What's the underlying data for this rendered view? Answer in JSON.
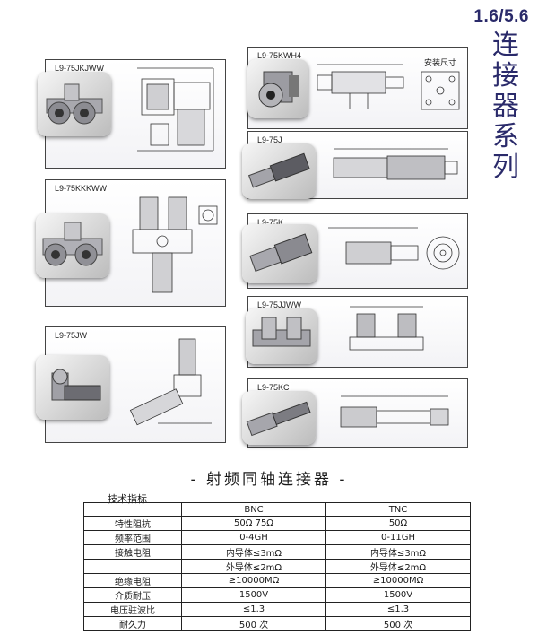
{
  "header": {
    "series_number": "1.6/5.6",
    "series_title_chars": [
      "连",
      "接",
      "器",
      "系",
      "列"
    ]
  },
  "panels": [
    {
      "id": "l9-75jkjww",
      "label": "L9-75JKJWW"
    },
    {
      "id": "l9-75kwh4",
      "label": "L9-75KWH4",
      "mount_label": "安装尺寸"
    },
    {
      "id": "l9-75j",
      "label": "L9-75J"
    },
    {
      "id": "l9-75kkkww",
      "label": "L9-75KKKWW"
    },
    {
      "id": "l9-75k",
      "label": "L9-75K"
    },
    {
      "id": "l9-75jjww",
      "label": "L9-75JJWW"
    },
    {
      "id": "l9-75jw",
      "label": "L9-75JW"
    },
    {
      "id": "l9-75kc",
      "label": "L9-75KC"
    }
  ],
  "section_heading": "- 射频同轴连接器 -",
  "spec": {
    "caption": "技术指标",
    "columns": [
      "",
      "BNC",
      "TNC"
    ],
    "rows": [
      {
        "label": "特性阻抗",
        "bnc": "50Ω 75Ω",
        "tnc": "50Ω"
      },
      {
        "label": "频率范围",
        "bnc": "0-4GH",
        "tnc": "0-11GH"
      },
      {
        "label": "接触电阻",
        "bnc": "内导体≤3mΩ",
        "tnc": "内导体≤3mΩ"
      },
      {
        "label": "",
        "bnc": "外导体≤2mΩ",
        "tnc": "外导体≤2mΩ"
      },
      {
        "label": "绝缘电阻",
        "bnc": "≥10000MΩ",
        "tnc": "≥10000MΩ"
      },
      {
        "label": "介质耐压",
        "bnc": "1500V",
        "tnc": "1500V"
      },
      {
        "label": "电压驻波比",
        "bnc": "≤1.3",
        "tnc": "≤1.3"
      },
      {
        "label": "耐久力",
        "bnc": "500 次",
        "tnc": "500 次"
      }
    ]
  },
  "colors": {
    "title": "#2a2a6a",
    "panel_border": "#444444",
    "connector_metal": "#9a9aa0"
  }
}
